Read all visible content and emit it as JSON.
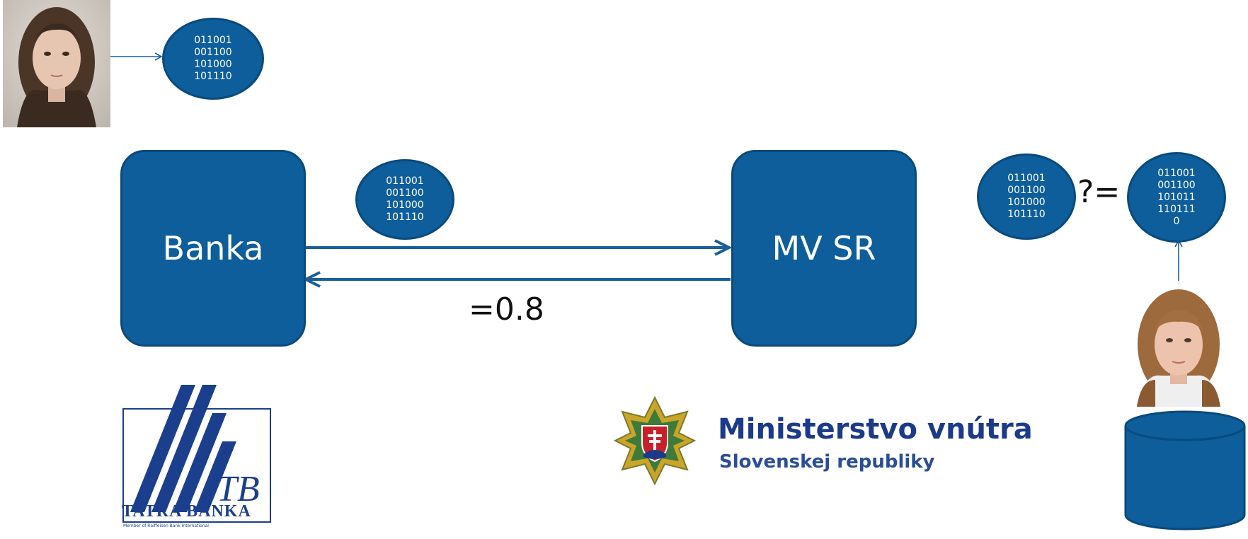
{
  "nodes": {
    "bank": "Banka",
    "ministry": "MV SR"
  },
  "binaries": {
    "photo_template": [
      "011001",
      "001100",
      "101000",
      "101110"
    ],
    "transmitted": [
      "011001",
      "001100",
      "101000",
      "101110"
    ],
    "compare_left": [
      "011001",
      "001100",
      "101000",
      "101110"
    ],
    "compare_right": [
      "011001",
      "001100",
      "101011",
      "110111",
      "0"
    ]
  },
  "labels": {
    "score": "=0.8",
    "compare_op": "?="
  },
  "logos": {
    "tatra_monogram": "TB",
    "tatra_name": "TATRA BANKA",
    "tatra_subtitle": "Member of Raiffeisen Bank International",
    "ministry_line1": "Ministerstvo vnútra",
    "ministry_line2": "Slovenskej republiky"
  },
  "colors": {
    "node_fill": "#0d5e9a",
    "node_border": "#0a4a7c",
    "arrow": "#1a5f9a",
    "tatra_blue": "#1b3f8c",
    "ministry_blue": "#1c3a8a"
  },
  "icons": {
    "left_photo": "face-photo-icon",
    "right_photo": "face-photo-icon",
    "database": "database-cylinder-icon",
    "ministry_emblem": "coat-of-arms-icon"
  }
}
